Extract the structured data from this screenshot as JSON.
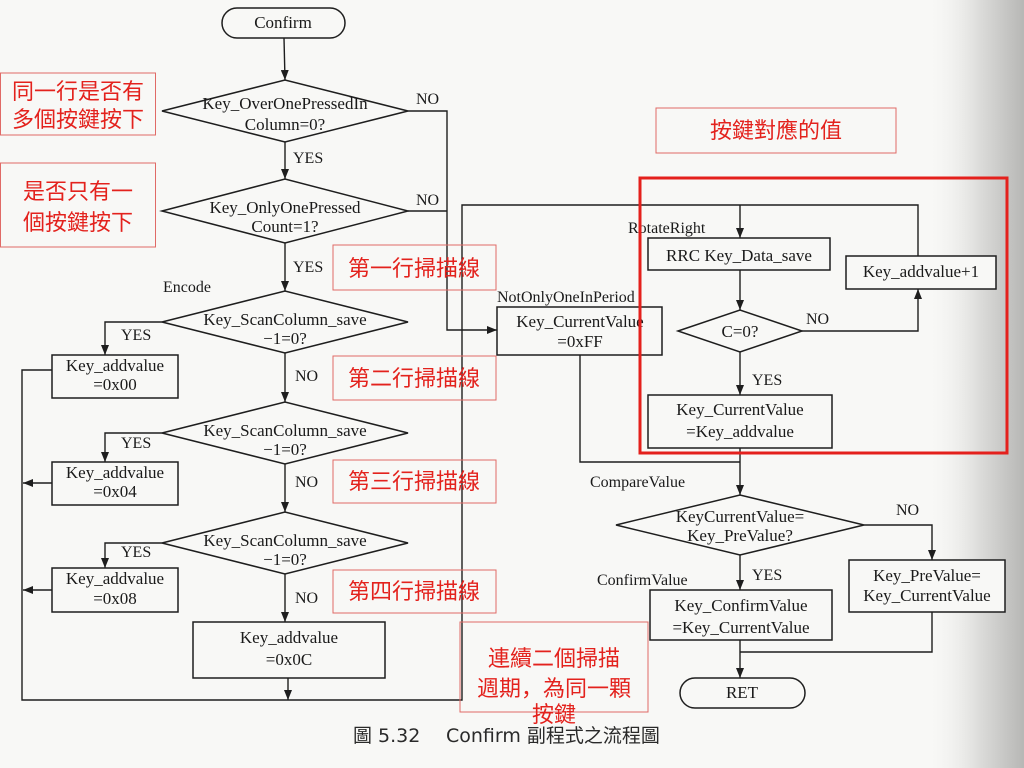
{
  "caption": {
    "figure_number": "圖 5.32",
    "figure_title": "Confirm 副程式之流程圖"
  },
  "flowchart": {
    "start": "Confirm",
    "end": "RET",
    "labels": {
      "encode": "Encode",
      "not_only_one_in_period": "NotOnlyOneInPeriod",
      "rotate_right": "RotateRight",
      "compare_value": "CompareValue",
      "confirm_value": "ConfirmValue"
    },
    "decisions": {
      "over_one_pressed": {
        "lines": [
          "Key_OverOnePressedIn",
          "Column=0?"
        ],
        "yes": "YES",
        "no": "NO"
      },
      "only_one_pressed": {
        "lines": [
          "Key_OnlyOnePressed",
          "Count=1?"
        ],
        "yes": "YES",
        "no": "NO"
      },
      "scan_column_1": {
        "lines": [
          "Key_ScanColumn_save",
          "−1=0?"
        ],
        "yes": "YES",
        "no": "NO"
      },
      "scan_column_2": {
        "lines": [
          "Key_ScanColumn_save",
          "−1=0?"
        ],
        "yes": "YES",
        "no": "NO"
      },
      "scan_column_3": {
        "lines": [
          "Key_ScanColumn_save",
          "−1=0?"
        ],
        "yes": "YES",
        "no": "NO"
      },
      "carry_zero": {
        "lines": [
          "C=0?"
        ],
        "yes": "YES",
        "no": "NO"
      },
      "compare": {
        "lines": [
          "KeyCurrentValue=",
          "Key_PreValue?"
        ],
        "yes": "YES",
        "no": "NO"
      }
    },
    "processes": {
      "addvalue_00": [
        "Key_addvalue",
        "=0x00"
      ],
      "addvalue_04": [
        "Key_addvalue",
        "=0x04"
      ],
      "addvalue_08": [
        "Key_addvalue",
        "=0x08"
      ],
      "addvalue_0c": [
        "Key_addvalue",
        "=0x0C"
      ],
      "current_ff": [
        "Key_CurrentValue",
        "=0xFF"
      ],
      "rrc_data_save": [
        "RRC Key_Data_save"
      ],
      "addvalue_inc": [
        "Key_addvalue+1"
      ],
      "current_from_addvalue": [
        "Key_CurrentValue",
        "=Key_addvalue"
      ],
      "prevalue_update": [
        "Key_PreValue=",
        "Key_CurrentValue"
      ],
      "confirm_value_set": [
        "Key_ConfirmValue",
        "=Key_CurrentValue"
      ]
    }
  },
  "annotations": {
    "multi_key_same_row": [
      "同一行是否有",
      "多個按鍵按下"
    ],
    "single_key_pressed": [
      "是否只有一",
      "個按鍵按下"
    ],
    "scan_line_1": "第一行掃描線",
    "scan_line_2": "第二行掃描線",
    "scan_line_3": "第三行掃描線",
    "scan_line_4": "第四行掃描線",
    "key_value": "按鍵對應的值",
    "same_key_two_periods": [
      "連續二個掃描",
      "週期，為同一顆",
      "按鍵"
    ]
  },
  "colors": {
    "ink": "#1e1e1e",
    "annotation_red": "#e3221d",
    "highlight_frame": "#e4201c",
    "paper": "#f8f8f6"
  }
}
